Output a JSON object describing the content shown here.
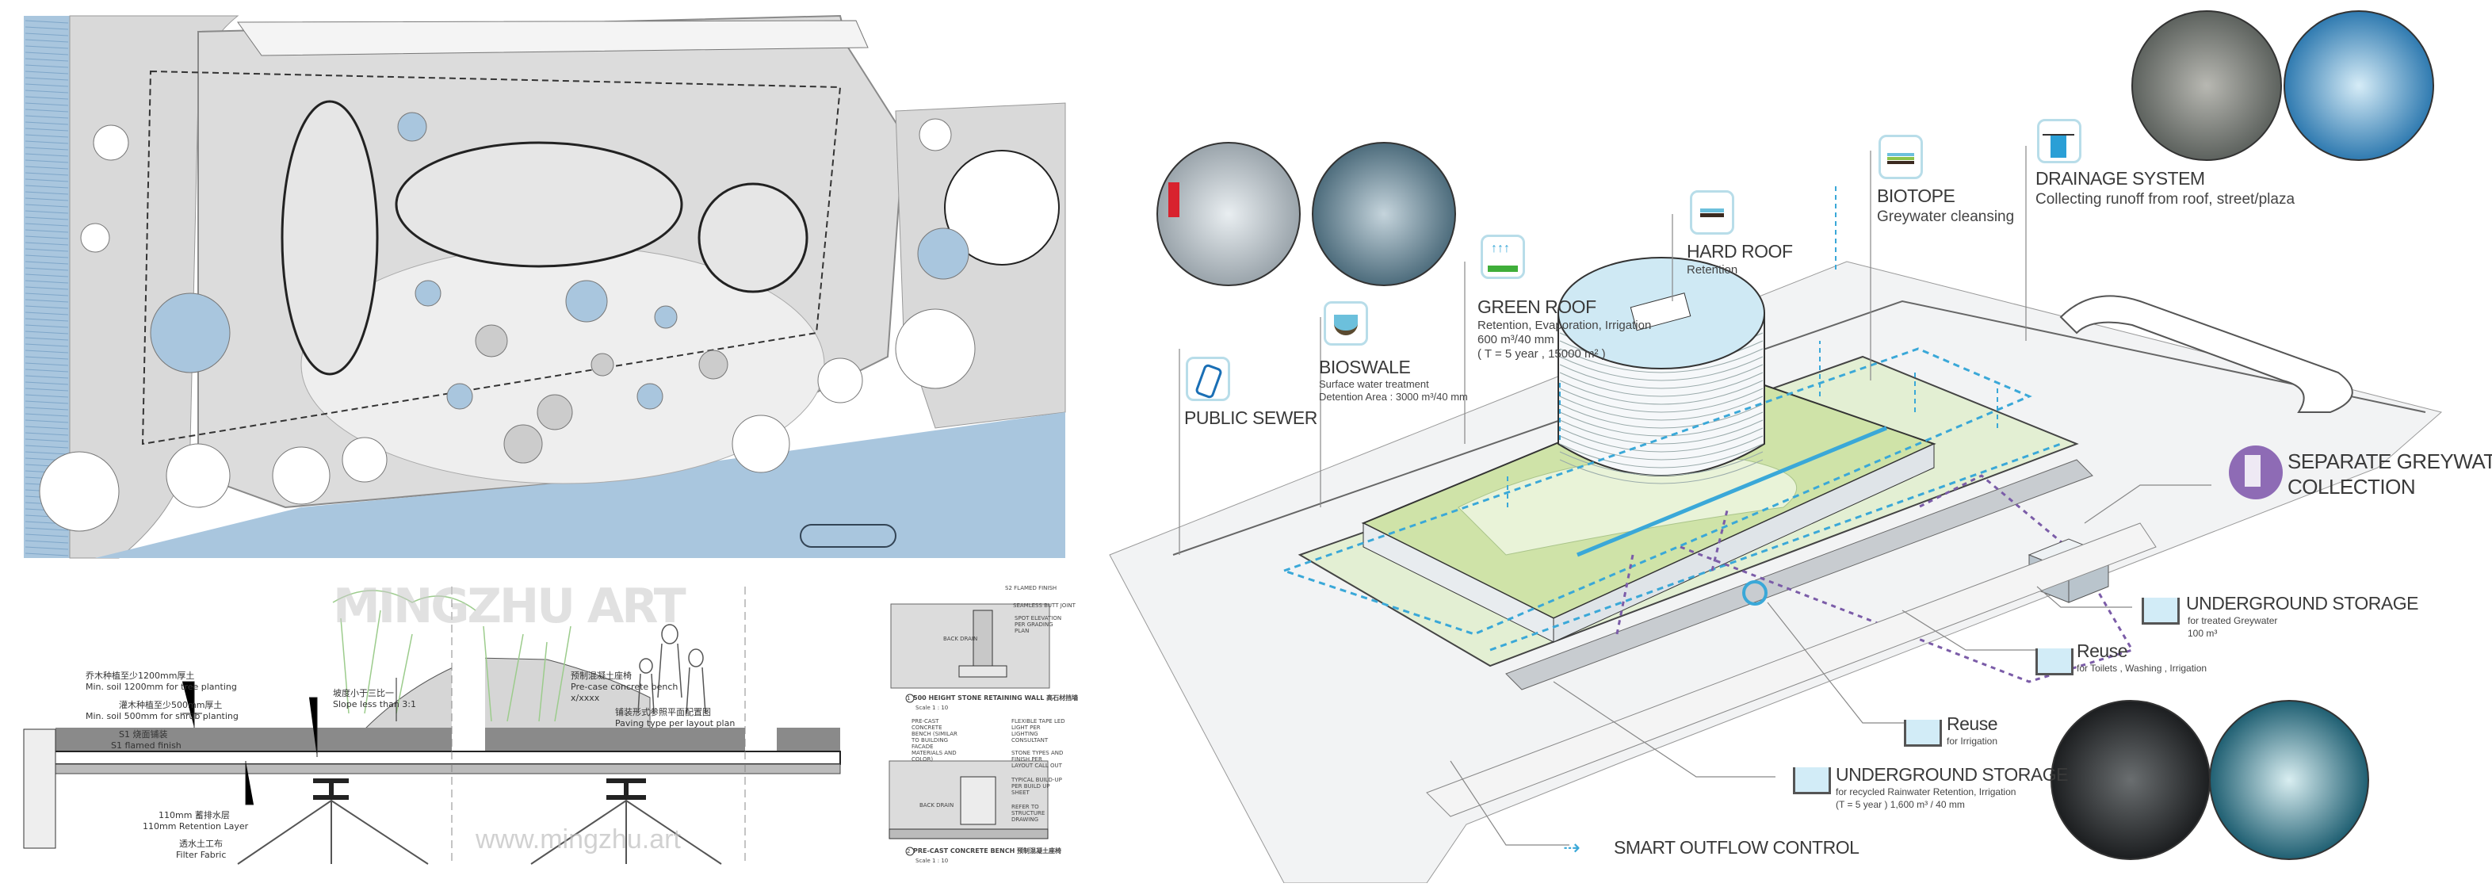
{
  "site_plan": {
    "colors": {
      "water": "#a9c6de",
      "plaza": "#d9d9d9",
      "pond": "#8fb4d1",
      "paper": "#ffffff"
    }
  },
  "section": {
    "labels": {
      "tree_soil_cn": "乔木种植至少1200mm厚土",
      "tree_soil": "Min. soil 1200mm for tree planting",
      "shrub_soil_cn": "灌木种植至少500mm厚土",
      "shrub_soil": "Min. soil 500mm for shrub planting",
      "finish_cn": "S1 烧面铺装",
      "finish": "S1 flamed finish",
      "slope_cn": "坡度小于三比一",
      "slope": "Slope less than 3:1",
      "retention_cn": "110mm 蓄排水层",
      "retention": "110mm Retention Layer",
      "fabric_cn": "透水土工布",
      "fabric": "Filter Fabric",
      "bench_cn": "预制混凝土座椅",
      "bench": "Pre-case concrete bench",
      "bench_ref": "x/xxxx",
      "paving_cn": "铺装形式参照平面配置图",
      "paving": "Paving type per layout plan"
    },
    "watermark": "MINGZHU ART",
    "watermark_url": "www.mingzhu.art"
  },
  "details": {
    "wall": {
      "title": "500 HEIGHT STONE RETAINING WALL 高石材挡墙",
      "scale": "Scale   1 : 10",
      "number": "1",
      "notes": [
        "S2 FLAMED FINISH",
        "SEAMLESS BUTT JOINT",
        "SPOT ELEVATION PER GRADING PLAN",
        "BACK DRAIN"
      ]
    },
    "bench": {
      "title": "PRE-CAST CONCRETE BENCH 预制混凝土座椅",
      "scale": "Scale   1 : 10",
      "number": "2",
      "notes": [
        "PRE-CAST CONCRETE BENCH (SIMILAR TO BUILDING FACADE MATERIALS AND COLOR)",
        "FLEXIBLE TAPE LED LIGHT PER LIGHTING CONSULTANT",
        "STONE TYPES AND FINISH PER LAYOUT CALL OUT",
        "TYPICAL BUILD-UP PER BUILD UP SHEET",
        "REFER TO STRUCTURE DRAWING",
        "BACK DRAIN"
      ]
    }
  },
  "diagram": {
    "colors": {
      "water_blue": "#3aa8d8",
      "greywater_purple": "#7b5ca8",
      "green_roof": "#cfe3a8",
      "icon_border": "#b8dde9"
    },
    "public_sewer": {
      "title": "PUBLIC SEWER",
      "icon": "pipe-outflow-icon"
    },
    "bioswale": {
      "title": "BIOSWALE",
      "line1": "Surface water treatment",
      "line2": "Detention Area : 3000 m³/40 mm",
      "icon": "bioswale-basin-icon"
    },
    "green_roof": {
      "title": "GREEN ROOF",
      "line1": "Retention, Evaporation, Irrigation",
      "line2": "600 m³/40 mm",
      "line3": "( T = 5 year , 15000 m² )",
      "icon": "green-roof-evaporation-icon"
    },
    "hard_roof": {
      "title": "HARD ROOF",
      "line1": "Retention",
      "icon": "roof-layers-icon"
    },
    "biotope": {
      "title": "BIOTOPE",
      "line1": "Greywater cleansing",
      "icon": "biotope-layers-icon"
    },
    "drainage": {
      "title": "DRAINAGE SYSTEM",
      "line1": "Collecting runoff from roof, street/plaza",
      "icon": "drainage-channel-icon"
    },
    "greywater": {
      "title1": "SEPARATE GREYWATER",
      "title2": "COLLECTION",
      "icon": "building-droplet-icon"
    },
    "storage_grey": {
      "title": "UNDERGROUND STORAGE",
      "line1": "for  treated Greywater",
      "line2": "100 m³",
      "icon": "tank-icon"
    },
    "reuse_toilets": {
      "title": "Reuse",
      "line1": "for Toilets , Washing , Irrigation",
      "icon": "recycle-tank-icon"
    },
    "reuse_irrigation": {
      "title": "Reuse",
      "line1": "for  Irrigation",
      "icon": "recycle-tank-icon"
    },
    "storage_rain": {
      "title": "UNDERGROUND STORAGE",
      "line1": "for  recycled Rainwater Retention, Irrigation",
      "line2": "(T = 5 year ) 1,600 m³ / 40 mm",
      "icon": "tank-icon"
    },
    "outflow": {
      "title": "SMART OUTFLOW CONTROL",
      "icon": "outflow-arrow-icon"
    },
    "photos": [
      "mist-walkway-photo",
      "misty-forest-photo",
      "plaza-fountain-photo",
      "water-drop-photo",
      "rain-curtain-photo",
      "ocean-wave-photo"
    ]
  }
}
